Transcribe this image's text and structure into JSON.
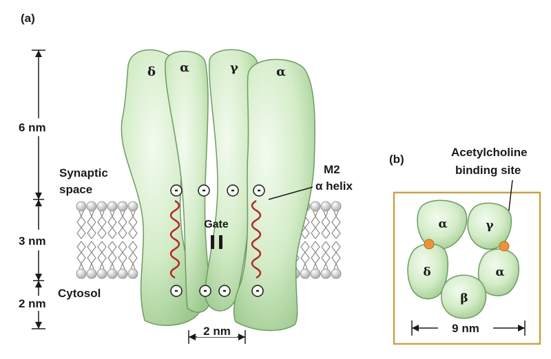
{
  "panel_a": {
    "label": "(a)",
    "subunits": [
      "δ",
      "α",
      "γ",
      "α"
    ],
    "dimensions": {
      "top": "6 nm",
      "middle": "3 nm",
      "bottom": "2 nm",
      "pore": "2 nm"
    },
    "labels": {
      "synaptic_space": [
        "Synaptic",
        "space"
      ],
      "cytosol": "Cytosol",
      "gate": "Gate",
      "m2": [
        "M2",
        "α helix"
      ]
    }
  },
  "panel_b": {
    "label": "(b)",
    "title": [
      "Acetylcholine",
      "binding site"
    ],
    "subunits": [
      "α",
      "γ",
      "δ",
      "α",
      "β"
    ],
    "width": "9 nm"
  },
  "colors": {
    "subunit_fill": "#c9e6bd",
    "subunit_stroke": "#6e9a62",
    "helix": "#b2282a",
    "binding_site": "#e8953a",
    "frame": "#c9a24a",
    "lipid_head": "#cfcfcf"
  }
}
